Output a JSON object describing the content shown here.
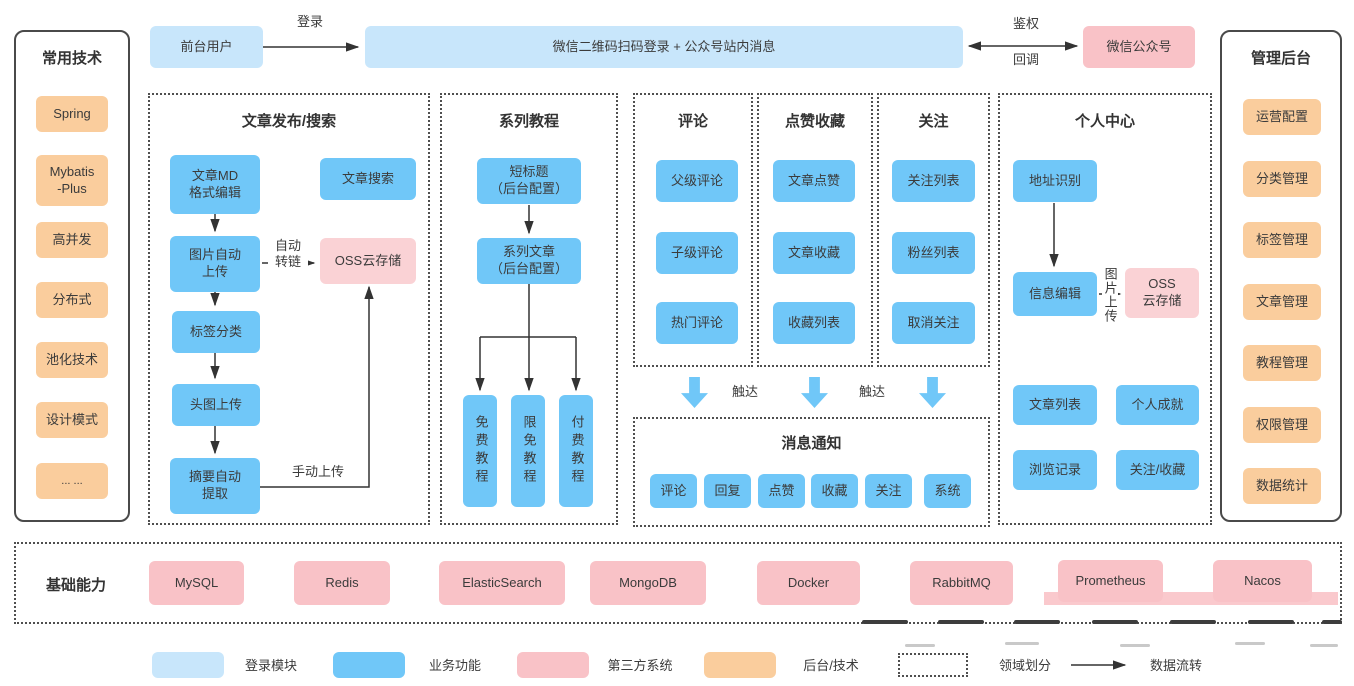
{
  "colors": {
    "light_blue": "#C8E6FB",
    "blue": "#70C7F8",
    "pink": "#F9C2C7",
    "pink_light": "#FAD2D5",
    "orange": "#FACD9D"
  },
  "left_panel": {
    "title": "常用技术",
    "items": [
      "Spring",
      "Mybatis\n-Plus",
      "高并发",
      "分布式",
      "池化技术",
      "设计模式",
      "... ..."
    ]
  },
  "top_flow": {
    "frontend_user": "前台用户",
    "login_label": "登录",
    "wechat_login": "微信二维码扫码登录 + 公众号站内消息",
    "auth_label": "鉴权",
    "callback_label": "回调",
    "wechat_mp": "微信公众号"
  },
  "article_section": {
    "title": "文章发布/搜索",
    "md_edit": "文章MD\n格式编辑",
    "search": "文章搜索",
    "image_upload": "图片自动\n上传",
    "auto_link_label": "自动\n转链",
    "oss": "OSS云存储",
    "tag_category": "标签分类",
    "head_image": "头图上传",
    "summary": "摘要自动\n提取",
    "manual_upload_label": "手动上传"
  },
  "series_section": {
    "title": "系列教程",
    "short_title": "短标题\n（后台配置）",
    "series_article": "系列文章\n（后台配置）",
    "free": "免费教程",
    "limited": "限免教程",
    "paid": "付费教程"
  },
  "comment_section": {
    "title": "评论",
    "items": [
      "父级评论",
      "子级评论",
      "热门评论"
    ]
  },
  "like_section": {
    "title": "点赞收藏",
    "items": [
      "文章点赞",
      "文章收藏",
      "收藏列表"
    ]
  },
  "follow_section": {
    "title": "关注",
    "items": [
      "关注列表",
      "粉丝列表",
      "取消关注"
    ]
  },
  "reach_label": "触达",
  "notify_section": {
    "title": "消息通知",
    "items": [
      "评论",
      "回复",
      "点赞",
      "收藏",
      "关注",
      "系统"
    ]
  },
  "personal_section": {
    "title": "个人中心",
    "address": "地址识别",
    "info_edit": "信息编辑",
    "image_upload_label": "图片上传",
    "oss": "OSS\n云存储",
    "article_list": "文章列表",
    "achievement": "个人成就",
    "history": "浏览记录",
    "follow_fav": "关注/收藏"
  },
  "right_panel": {
    "title": "管理后台",
    "items": [
      "运营配置",
      "分类管理",
      "标签管理",
      "文章管理",
      "教程管理",
      "权限管理",
      "数据统计"
    ]
  },
  "infra": {
    "title": "基础能力",
    "items": [
      "MySQL",
      "Redis",
      "ElasticSearch",
      "MongoDB",
      "Docker",
      "RabbitMQ",
      "Prometheus",
      "Nacos"
    ]
  },
  "legend": {
    "login": "登录模块",
    "business": "业务功能",
    "third_party": "第三方系统",
    "backend": "后台/技术",
    "domain": "领域划分",
    "dataflow": "数据流转"
  }
}
